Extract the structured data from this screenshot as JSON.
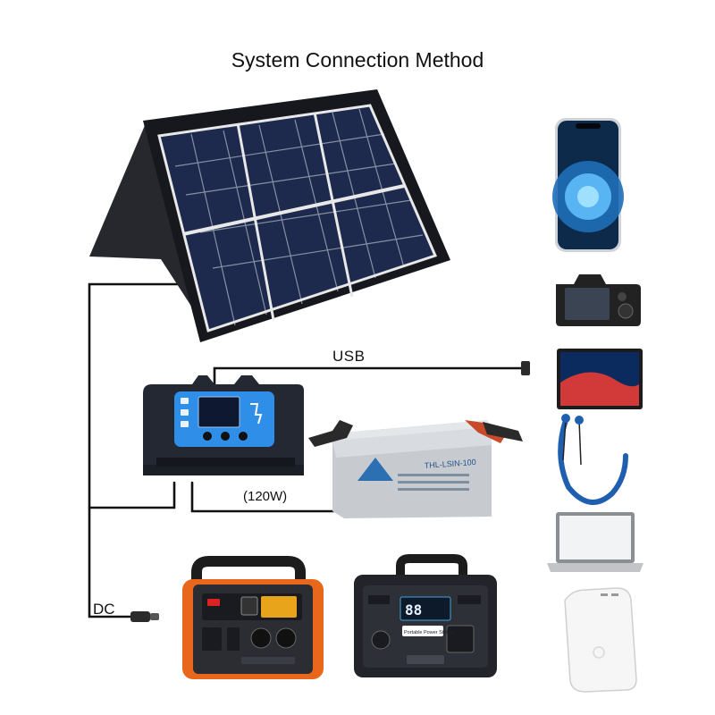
{
  "title": "System Connection Method",
  "labels": {
    "usb": "USB",
    "wattage": "(120W)",
    "dc": "DC"
  },
  "battery": {
    "model": "THL-LSIN-100"
  },
  "power_station_2": {
    "display_value": "88",
    "badge": "Portable Power Station"
  },
  "devices": [
    {
      "name": "smartphone"
    },
    {
      "name": "camera"
    },
    {
      "name": "tablet"
    },
    {
      "name": "neckband-earphones"
    },
    {
      "name": "laptop"
    },
    {
      "name": "power-bank"
    }
  ],
  "colors": {
    "panel_frame": "#1a1c22",
    "panel_cell": "#1d2a4d",
    "controller_body": "#232833",
    "controller_screen": "#2f8ee8",
    "battery_body": "#c7cbd0",
    "station_accent": "#e8671c",
    "wire": "#111111"
  }
}
